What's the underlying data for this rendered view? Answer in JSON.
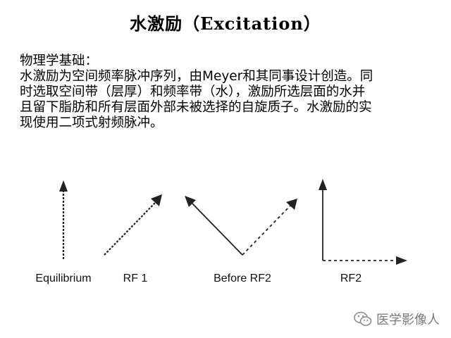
{
  "slide": {
    "title": "水激励（Excitation）",
    "heading": "物理学基础：",
    "paragraph_lines": [
      "水激励为空间频率脉冲序列，由Meyer和其同事设计创造。同",
      "时选取空间带（层厚）和频率带（水），激励所选层面的水并",
      "且留下脂肪和所有层面外部未被选择的自旋质子。水激励的实",
      "现使用二项式射频脉冲。"
    ]
  },
  "diagram": {
    "labels": {
      "equilibrium": "Equilibrium",
      "rf1": "RF 1",
      "before_rf2": "Before RF2",
      "rf2": "RF2"
    }
  },
  "watermark": {
    "icon": "wechat-icon",
    "text": "医学影像人"
  }
}
